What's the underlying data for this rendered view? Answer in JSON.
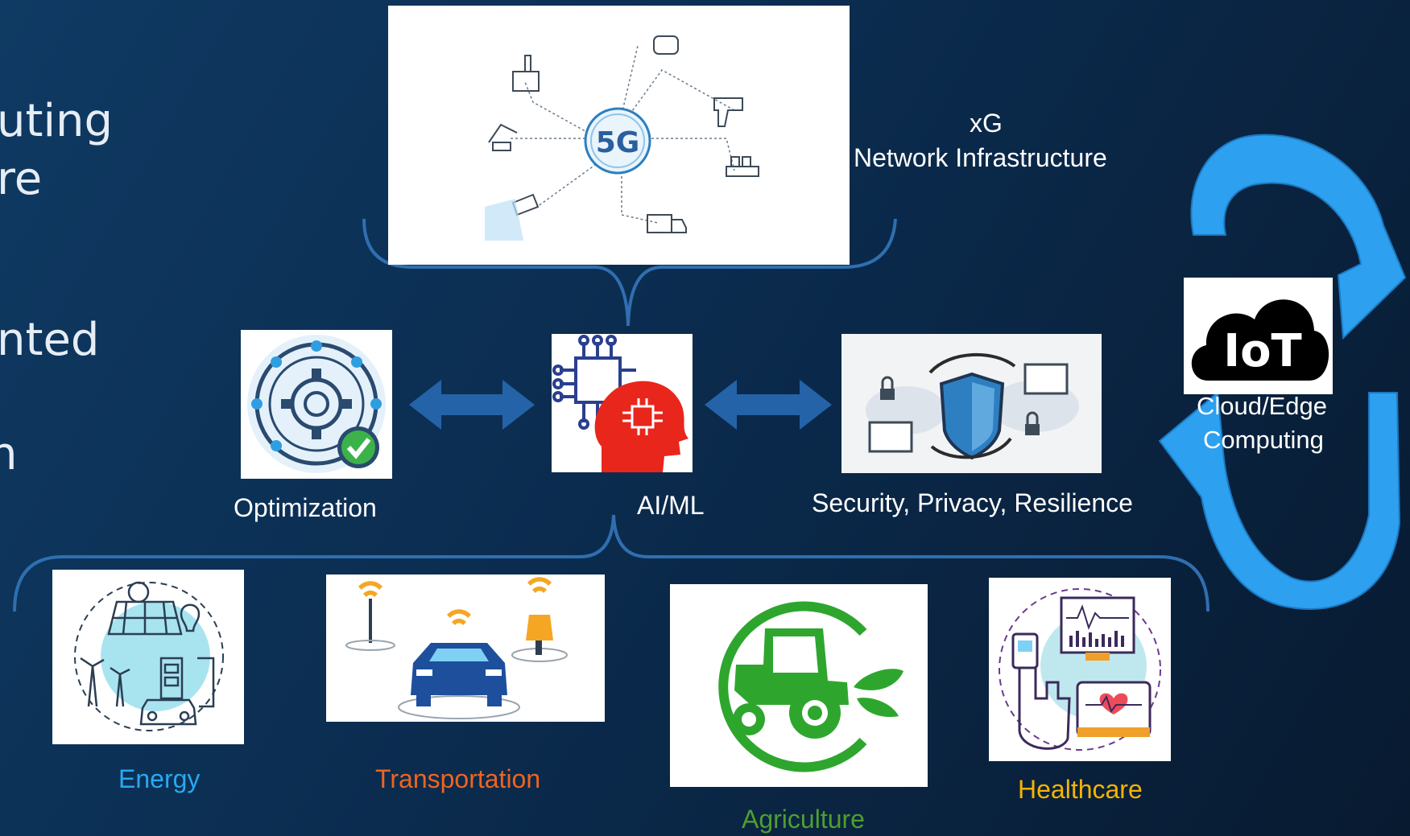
{
  "left_text_fragments": [
    "uting",
    "re",
    "nted",
    "n"
  ],
  "network": {
    "title_line1": "xG",
    "title_line2": "Network Infrastructure",
    "hub_label": "5G"
  },
  "center": {
    "optimization_label": "Optimization",
    "aiml_label": "AI/ML",
    "security_label": "Security, Privacy, Resilience"
  },
  "cloud": {
    "iot_label": "IoT",
    "caption_line1": "Cloud/Edge",
    "caption_line2": "Computing"
  },
  "applications": [
    {
      "label": "Energy",
      "color": "#29a8f0"
    },
    {
      "label": "Transportation",
      "color": "#f0641e"
    },
    {
      "label": "Agriculture",
      "color": "#4f9e2e"
    },
    {
      "label": "Healthcare",
      "color": "#f5b400"
    }
  ],
  "colors": {
    "bracket": "#2f6fb0",
    "arrow": "#2563a8",
    "cycle_arrow": "#2da0f0"
  }
}
